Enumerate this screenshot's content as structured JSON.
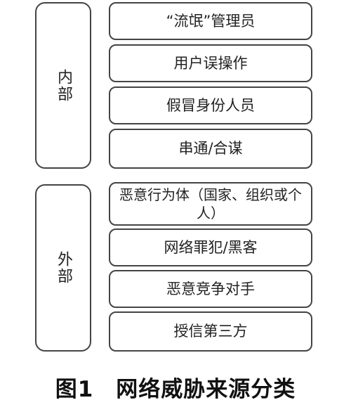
{
  "groups": [
    {
      "label": "内部",
      "items": [
        "“流氓”管理员",
        "用户误操作",
        "假冒身份人员",
        "串通/合谋"
      ]
    },
    {
      "label": "外部",
      "items": [
        "恶意行为体（国家、组织或个人）",
        "网络罪犯/黑客",
        "恶意竞争对手",
        "授信第三方"
      ]
    }
  ],
  "caption": "图1　网络威胁来源分类"
}
